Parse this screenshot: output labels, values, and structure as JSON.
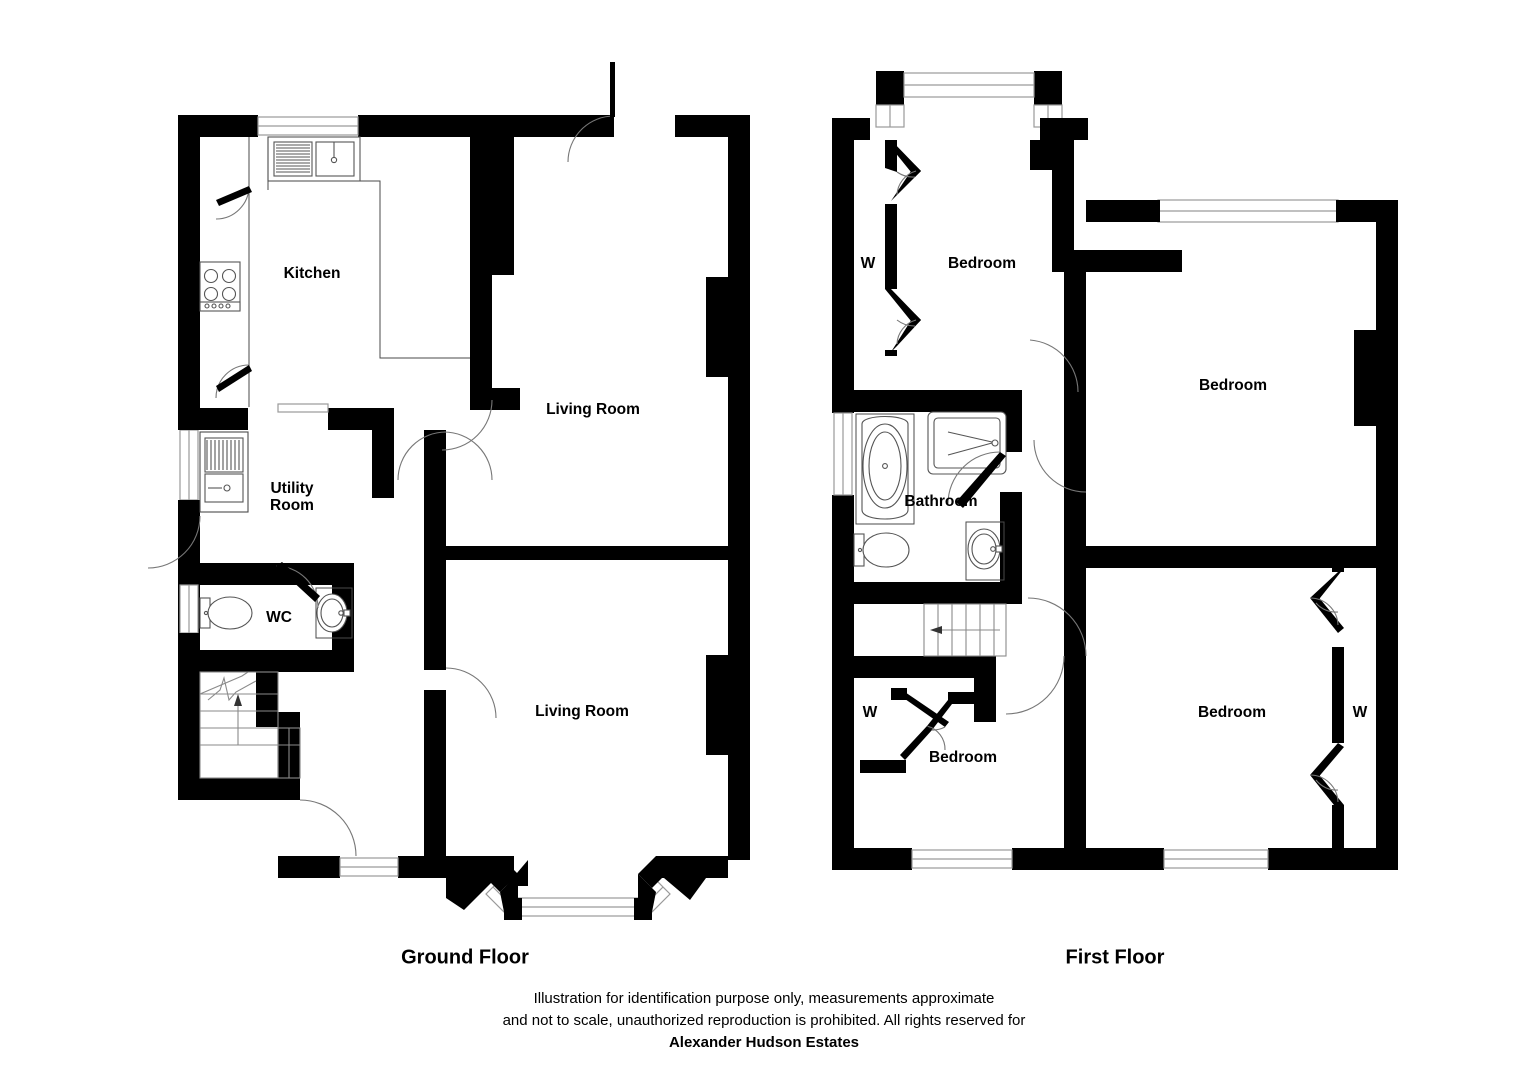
{
  "document": {
    "type": "floorplan",
    "floors": [
      {
        "id": "ground",
        "label": "Ground Floor",
        "rooms": [
          {
            "name": "Kitchen",
            "label": "Kitchen"
          },
          {
            "name": "Utility Room",
            "label": "Utility\nRoom",
            "line1": "Utility",
            "line2": "Room"
          },
          {
            "name": "WC",
            "label": "WC"
          },
          {
            "name": "Living Room Upper",
            "label": "Living Room"
          },
          {
            "name": "Living Room Lower",
            "label": "Living Room"
          }
        ],
        "fixtures": [
          "sink-unit",
          "hob",
          "washing-machine",
          "toilet",
          "wash-basin",
          "staircase-up"
        ]
      },
      {
        "id": "first",
        "label": "First Floor",
        "rooms": [
          {
            "name": "Bedroom 1",
            "label": "Bedroom"
          },
          {
            "name": "Bedroom 2",
            "label": "Bedroom"
          },
          {
            "name": "Bedroom 3",
            "label": "Bedroom"
          },
          {
            "name": "Bedroom 4",
            "label": "Bedroom"
          },
          {
            "name": "Bathroom",
            "label": "Bathroom"
          }
        ],
        "wardrobes": [
          {
            "label": "W"
          },
          {
            "label": "W"
          },
          {
            "label": "W"
          }
        ],
        "fixtures": [
          "bath-tub",
          "shower-enclosure",
          "toilet",
          "wash-basin",
          "staircase-down"
        ]
      }
    ]
  },
  "labels": {
    "ground_floor": "Ground Floor",
    "first_floor": "First Floor",
    "kitchen": "Kitchen",
    "utility_line1": "Utility",
    "utility_line2": "Room",
    "wc": "WC",
    "living_room_1": "Living Room",
    "living_room_2": "Living Room",
    "bedroom_1": "Bedroom",
    "bedroom_2": "Bedroom",
    "bedroom_3": "Bedroom",
    "bedroom_4": "Bedroom",
    "bathroom": "Bathroom",
    "wardrobe_1": "W",
    "wardrobe_2": "W",
    "wardrobe_3": "W"
  },
  "footer": {
    "line1": "Illustration for identification purpose only, measurements approximate",
    "line2": "and not to scale, unauthorized reproduction is prohibited. All rights reserved for",
    "line3": "Alexander Hudson Estates"
  },
  "colors": {
    "wall": "#000000",
    "background": "#ffffff",
    "fixture_stroke": "#555555",
    "door_swing": "#777777",
    "window": "#9a9a9a",
    "text": "#000000"
  }
}
